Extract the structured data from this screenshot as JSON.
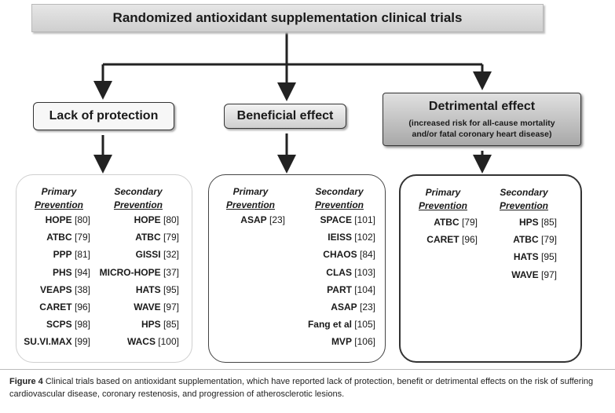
{
  "title": "Randomized antioxidant supplementation clinical trials",
  "categories": {
    "lack": {
      "label": "Lack of protection"
    },
    "benefit": {
      "label": "Beneficial effect"
    },
    "detrimental": {
      "label": "Detrimental effect",
      "sub1": "(increased risk for all-cause mortality",
      "sub2": "and/or fatal coronary heart disease)"
    }
  },
  "column_heads": {
    "primary": "Primary",
    "secondary": "Secondary",
    "prevention": "Prevention"
  },
  "lack": {
    "primary": [
      {
        "name": "HOPE",
        "ref": "[80]"
      },
      {
        "name": "ATBC",
        "ref": "[79]"
      },
      {
        "name": "PPP",
        "ref": "[81]"
      },
      {
        "name": "PHS",
        "ref": "[94]"
      },
      {
        "name": "VEAPS",
        "ref": "[38]"
      },
      {
        "name": "CARET",
        "ref": "[96]"
      },
      {
        "name": "SCPS",
        "ref": "[98]"
      },
      {
        "name": "SU.VI.MAX",
        "ref": "[99]"
      }
    ],
    "secondary": [
      {
        "name": "HOPE",
        "ref": "[80]"
      },
      {
        "name": "ATBC",
        "ref": "[79]"
      },
      {
        "name": "GISSI",
        "ref": "[32]"
      },
      {
        "name": "MICRO-HOPE",
        "ref": "[37]"
      },
      {
        "name": "HATS",
        "ref": "[95]"
      },
      {
        "name": "WAVE",
        "ref": "[97]"
      },
      {
        "name": "HPS",
        "ref": "[85]"
      },
      {
        "name": "WACS",
        "ref": "[100]"
      }
    ]
  },
  "benefit": {
    "primary": [
      {
        "name": "ASAP",
        "ref": "[23]"
      }
    ],
    "secondary": [
      {
        "name": "SPACE",
        "ref": "[101]"
      },
      {
        "name": "IEISS",
        "ref": "[102]"
      },
      {
        "name": "CHAOS",
        "ref": "[84]"
      },
      {
        "name": "CLAS",
        "ref": "[103]"
      },
      {
        "name": "PART",
        "ref": "[104]"
      },
      {
        "name": "ASAP",
        "ref": "[23]"
      },
      {
        "name": "Fang et al",
        "ref": "[105]"
      },
      {
        "name": "MVP",
        "ref": "[106]"
      }
    ]
  },
  "detrimental": {
    "primary": [
      {
        "name": "ATBC",
        "ref": "[79]"
      },
      {
        "name": "CARET",
        "ref": "[96]"
      }
    ],
    "secondary": [
      {
        "name": "HPS",
        "ref": "[85]"
      },
      {
        "name": "ATBC",
        "ref": "[79]"
      },
      {
        "name": "HATS",
        "ref": "[95]"
      },
      {
        "name": "WAVE",
        "ref": "[97]"
      }
    ]
  },
  "caption": {
    "figno": "Figure 4",
    "text": "Clinical trials based on antioxidant supplementation, which have reported lack of protection, benefit or detrimental effects on the risk of suffering cardiovascular disease, coronary restenosis, and progression of atherosclerotic lesions."
  }
}
